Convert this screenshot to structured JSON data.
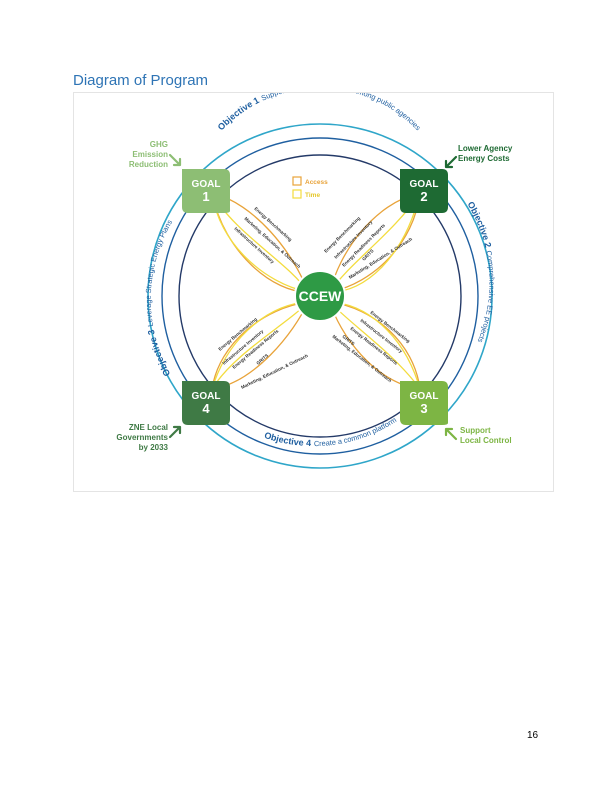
{
  "heading": "Diagram of Program",
  "page_number": "16",
  "diagram": {
    "center": {
      "label": "CCEW"
    },
    "legend": [
      {
        "label": "Access",
        "color": "#E8A33A"
      },
      {
        "label": "Time",
        "color": "#F3DC3E"
      }
    ],
    "goals": [
      {
        "title": "GOAL",
        "number": "1",
        "outcome": [
          "GHG",
          "Emission",
          "Reduction"
        ],
        "color": "#8DBE74"
      },
      {
        "title": "GOAL",
        "number": "2",
        "outcome": [
          "Lower Agency",
          "Energy Costs"
        ],
        "color": "#1E6A33"
      },
      {
        "title": "GOAL",
        "number": "3",
        "outcome": [
          "Support",
          "Local Control"
        ],
        "color": "#7DB544"
      },
      {
        "title": "GOAL",
        "number": "4",
        "outcome": [
          "ZNE Local",
          "Governments",
          "by 2033"
        ],
        "color": "#3F7A45"
      }
    ],
    "objectives": [
      {
        "prefix": "Objective 1",
        "text": "Support knowledge transfer among public agencies"
      },
      {
        "prefix": "Objective 2",
        "text": "Comprehensive EE projects"
      },
      {
        "prefix": "Objective 3",
        "text": "Leverage Strategic Energy Plans"
      },
      {
        "prefix": "Objective 4",
        "text": "Create a common platform"
      }
    ],
    "petal_labels": {
      "goal1": [
        "Energy Benchmarking",
        "Marketing, Education, & Outreach",
        "Infrastructure Inventory"
      ],
      "goal2": [
        "Energy Benchmarking",
        "Infrastructure Inventory",
        "Energy Readiness Reports",
        "GRITS",
        "Marketing, Education, & Outreach"
      ],
      "goal3": [
        "Energy Benchmarking",
        "Infrastructure Inventory",
        "Energy Readiness Reports",
        "GRITS",
        "Marketing, Education, & Outreach"
      ],
      "goal4": [
        "Energy Benchmarking",
        "Infrastructure Inventory",
        "Energy Readiness Reports",
        "GRITS",
        "Marketing, Education, & Outreach"
      ]
    },
    "colors": {
      "outer_ring": "#2FA6C9",
      "middle_ring": "#1F5FA0",
      "inner_ring": "#243A68",
      "center": "#2E9A45",
      "petal_access": "#E8A33A",
      "petal_time": "#F3DC3E",
      "objective_text": "#1F5FA0"
    }
  }
}
